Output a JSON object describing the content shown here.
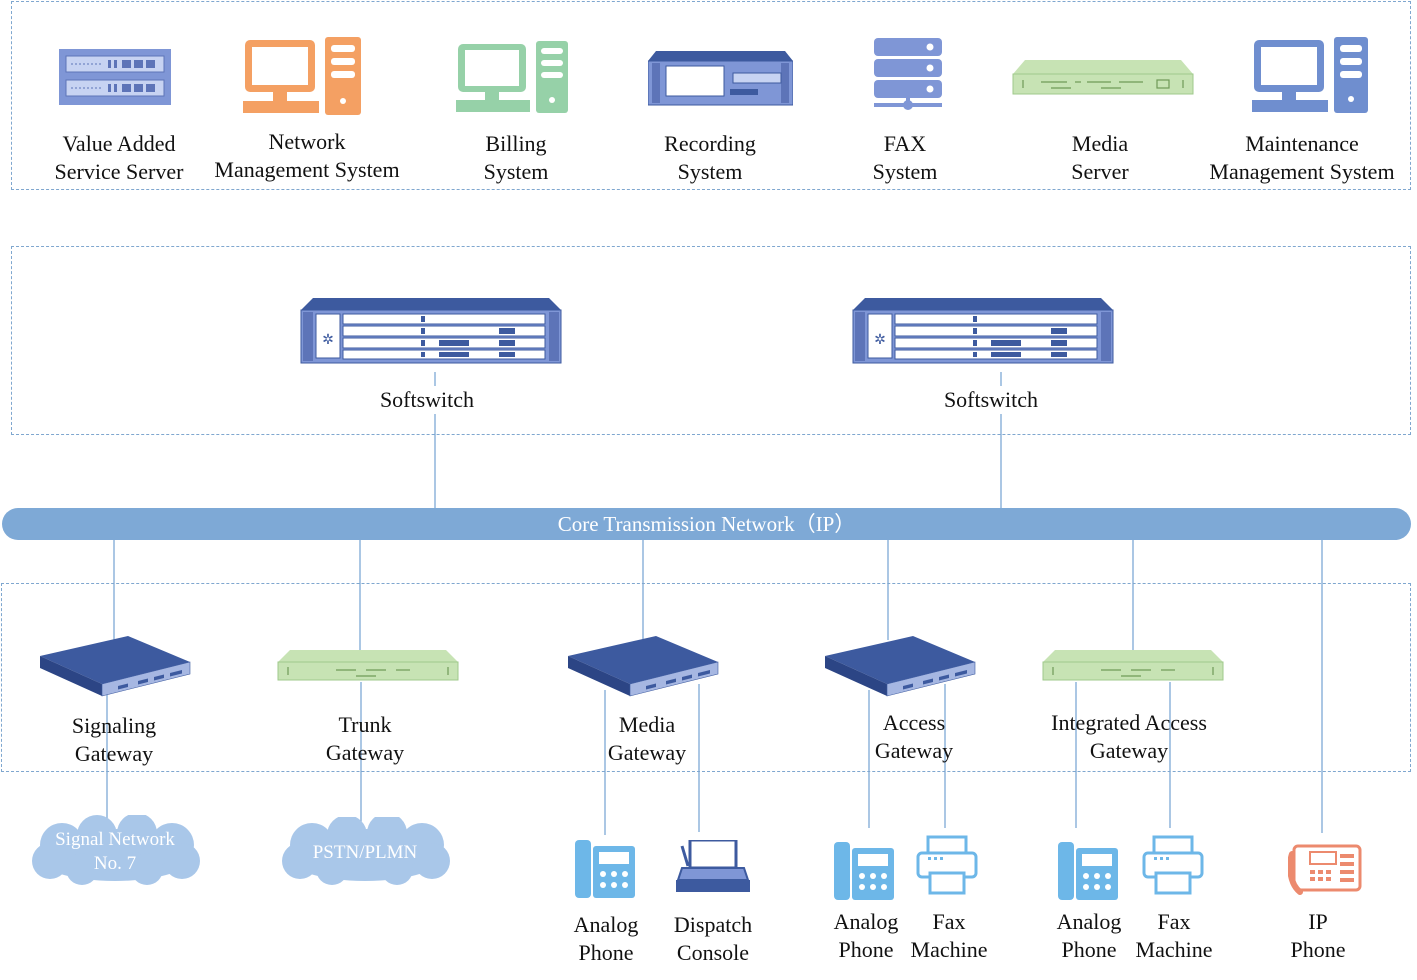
{
  "service_layer": {
    "items": [
      {
        "line1": "Value Added",
        "line2": "Service Server",
        "icon": "rack-server-icon"
      },
      {
        "line1": "Network",
        "line2": "Management System",
        "icon": "computer-icon"
      },
      {
        "line1": "Billing",
        "line2": "System",
        "icon": "computer-icon"
      },
      {
        "line1": "Recording",
        "line2": "System",
        "icon": "recorder-icon"
      },
      {
        "line1": "FAX",
        "line2": "System",
        "icon": "fax-server-icon"
      },
      {
        "line1": "Media",
        "line2": "Server",
        "icon": "media-server-icon"
      },
      {
        "line1": "Maintenance",
        "line2": "Management System",
        "icon": "computer-icon"
      }
    ]
  },
  "control_layer": {
    "items": [
      {
        "label": "Softswitch",
        "icon": "softswitch-chassis-icon"
      },
      {
        "label": "Softswitch",
        "icon": "softswitch-chassis-icon"
      }
    ]
  },
  "core_network": {
    "label": "Core Transmission Network（IP）"
  },
  "access_layer": {
    "items": [
      {
        "line1": "Signaling",
        "line2": "Gateway",
        "icon": "gateway-box-icon"
      },
      {
        "line1": "Trunk",
        "line2": "Gateway",
        "icon": "gateway-flat-icon"
      },
      {
        "line1": "Media",
        "line2": "Gateway",
        "icon": "gateway-box-icon"
      },
      {
        "line1": "Access",
        "line2": "Gateway",
        "icon": "gateway-box-icon"
      },
      {
        "line1": "Integrated Access",
        "line2": "Gateway",
        "icon": "gateway-flat-icon"
      }
    ]
  },
  "networks": {
    "signal": {
      "line1": "Signal Network",
      "line2": "No. 7"
    },
    "pstn": {
      "label": "PSTN/PLMN"
    }
  },
  "terminals": [
    {
      "line1": "Analog",
      "line2": "Phone",
      "icon": "analog-phone-icon"
    },
    {
      "line1": "Dispatch",
      "line2": "Console",
      "icon": "dispatch-console-icon"
    },
    {
      "line1": "Analog",
      "line2": "Phone",
      "icon": "analog-phone-icon"
    },
    {
      "line1": "Fax",
      "line2": "Machine",
      "icon": "fax-machine-icon"
    },
    {
      "line1": "Analog",
      "line2": "Phone",
      "icon": "analog-phone-icon"
    },
    {
      "line1": "Fax",
      "line2": "Machine",
      "icon": "fax-machine-icon"
    },
    {
      "line1": "IP",
      "line2": "Phone",
      "icon": "ip-phone-icon"
    }
  ],
  "colors": {
    "zone_border": "#7fa7cf",
    "bus": "#7ea9d6",
    "orange": "#f4a063",
    "green": "#96d1a8",
    "blue": "#6f8ecf",
    "navy": "#3d5a9f",
    "light_green": "#c7e3b4",
    "cloud": "#a9c7e9",
    "phone": "#6db7e8",
    "ip_phone": "#ec8a6e"
  }
}
